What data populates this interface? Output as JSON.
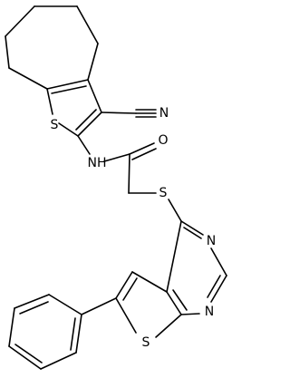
{
  "diagram": {
    "type": "chemical-structure",
    "atom_labels": {
      "nitrile_nitrogen": "N",
      "thiophene_sulfur_top": "S",
      "amide_nh": "NH",
      "carbonyl_oxygen": "O",
      "thioether_sulfur": "S",
      "pyrimidine_n_top": "N",
      "pyrimidine_n_bottom": "N",
      "thiophene_sulfur_bottom": "S"
    }
  }
}
